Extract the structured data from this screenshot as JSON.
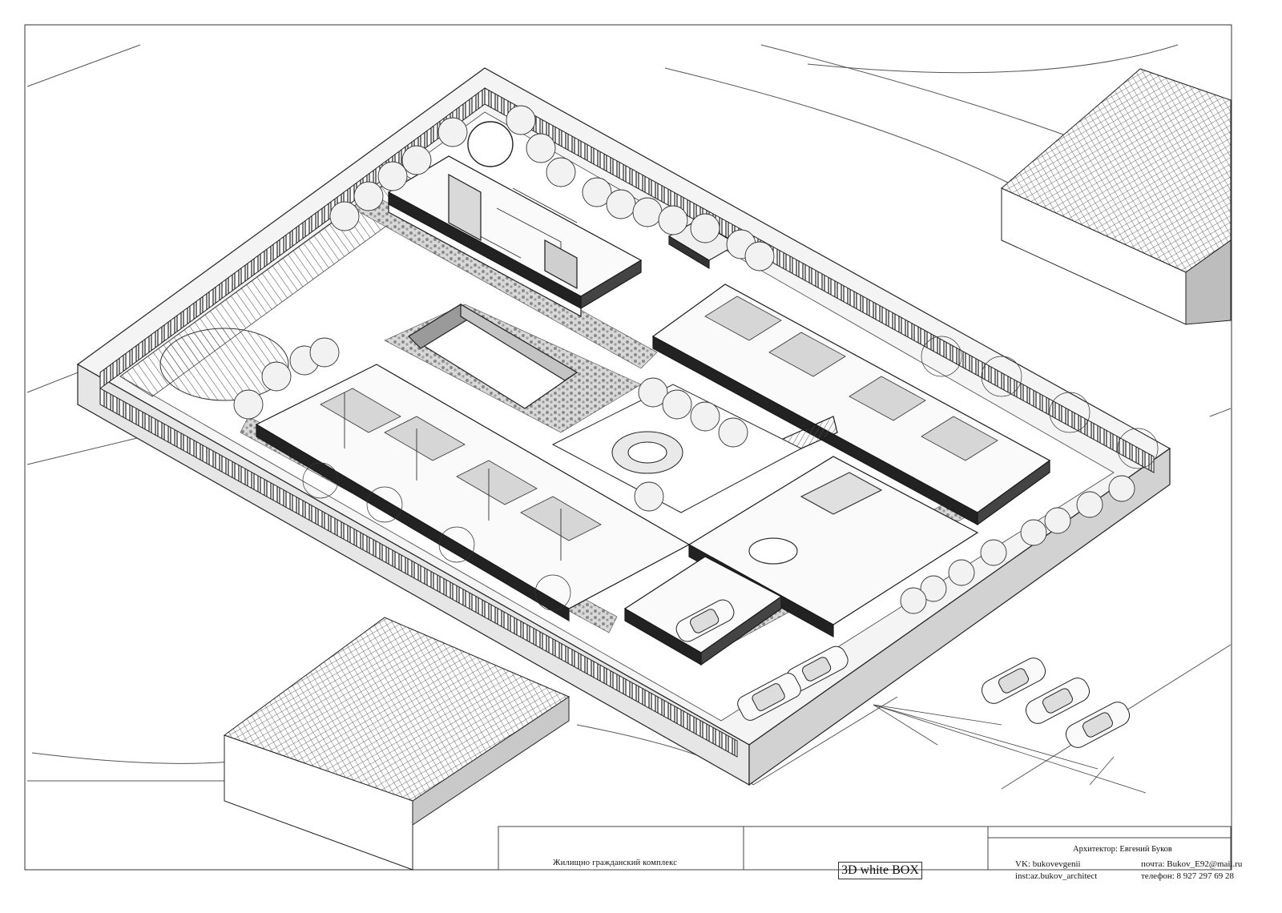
{
  "title_block": {
    "architect": "Архитектор: Евгений Буков",
    "project": "Жилищно гражданский комплекс",
    "stage": "3D white BOX",
    "vk": "VK: bukovevgenii",
    "instagram": "inst:az.bukov_architect",
    "email": "почта: Bukov_E92@mail.ru",
    "phone": "телефон: 8 927 297 69 28"
  },
  "colors": {
    "line": "#1a1a1a",
    "shadow": "#bfbfbf",
    "paving": "#8c8c8c",
    "paper": "#ffffff"
  }
}
